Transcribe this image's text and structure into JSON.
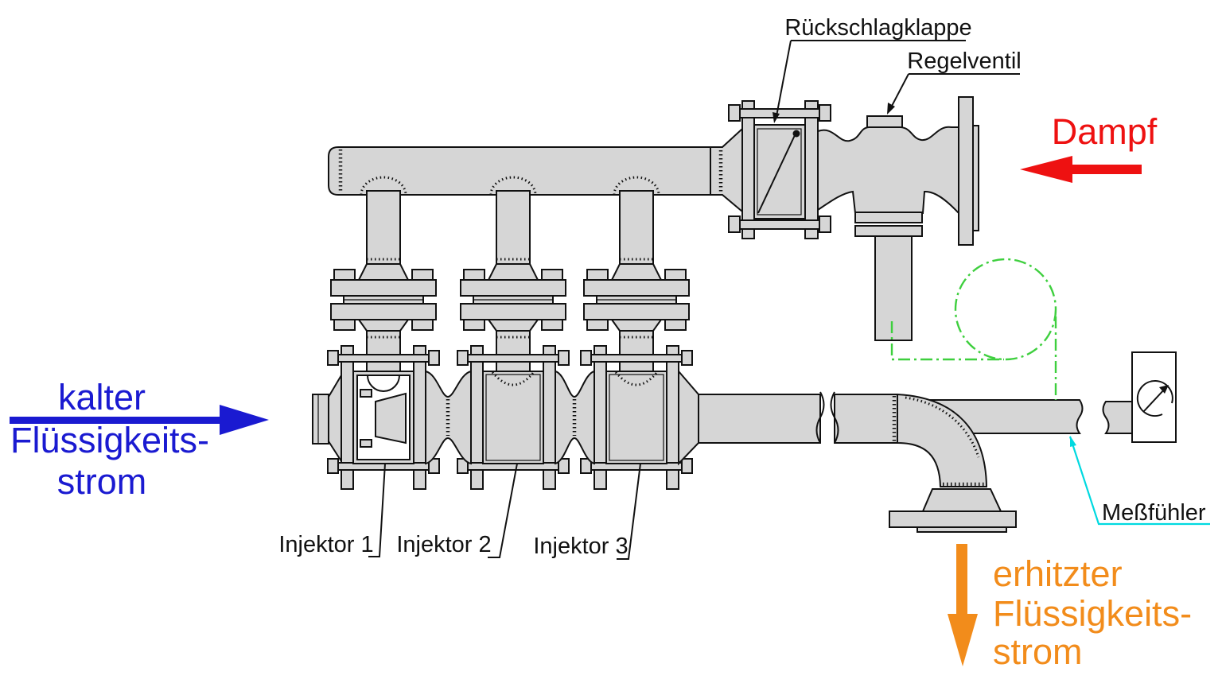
{
  "diagram": {
    "labels": {
      "check_valve": "Rückschlagklappe",
      "control_valve": "Regelventil",
      "steam": "Dampf",
      "cold_flow_1": "kalter",
      "cold_flow_2": "Flüssigkeits-",
      "cold_flow_3": "strom",
      "injector_1": "Injektor 1",
      "injector_2": "Injektor 2",
      "injector_3": "Injektor 3",
      "sensor": "Meßfühler",
      "hot_flow_1": "erhitzter",
      "hot_flow_2": "Flüssigkeits-",
      "hot_flow_3": "strom"
    },
    "colors": {
      "steam": "#ee1111",
      "cold": "#1a1ad1",
      "hot": "#f28c1b",
      "signal": "#3ecf3e",
      "sensor": "#00d9e0",
      "pipe": "#d6d6d6",
      "outline": "#111111"
    }
  }
}
